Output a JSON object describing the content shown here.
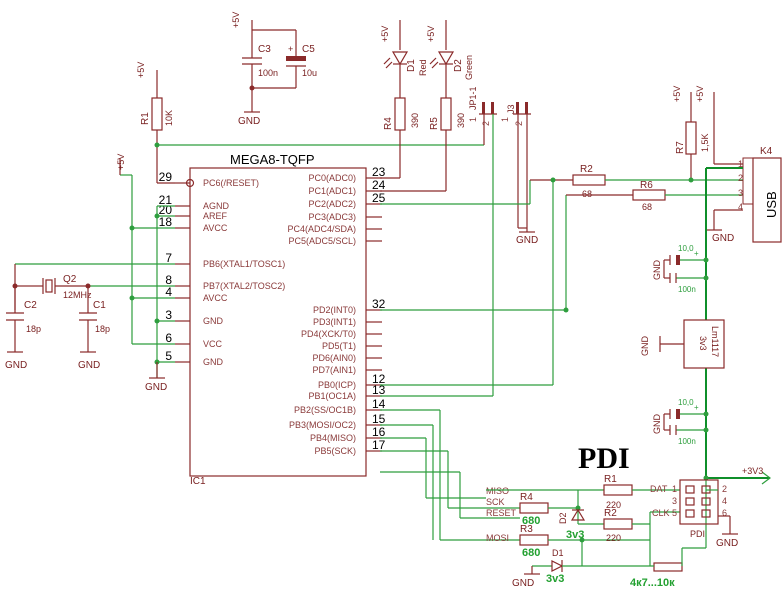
{
  "ic": {
    "part": "MEGA8-TQFP",
    "ref": "IC1",
    "left_pins": [
      {
        "num": "29",
        "name": "PC6(/RESET)"
      },
      {
        "num": "21",
        "name": "AGND"
      },
      {
        "num": "20",
        "name": "AREF"
      },
      {
        "num": "18",
        "name": "AVCC"
      },
      {
        "num": "7",
        "name": "PB6(XTAL1/TOSC1)"
      },
      {
        "num": "8",
        "name": "PB7(XTAL2/TOSC2)"
      },
      {
        "num": "4",
        "name": "AVCC"
      },
      {
        "num": "3",
        "name": "GND"
      },
      {
        "num": "6",
        "name": "VCC"
      },
      {
        "num": "5",
        "name": "GND"
      }
    ],
    "right_pins": [
      {
        "num": "23",
        "name": "PC0(ADC0)"
      },
      {
        "num": "24",
        "name": "PC1(ADC1)"
      },
      {
        "num": "25",
        "name": "PC2(ADC2)"
      },
      {
        "num": "",
        "name": "PC3(ADC3)"
      },
      {
        "num": "",
        "name": "PC4(ADC4/SDA)"
      },
      {
        "num": "",
        "name": "PC5(ADC5/SCL)"
      },
      {
        "num": "32",
        "name": "PD2(INT0)"
      },
      {
        "num": "",
        "name": "PD3(INT1)"
      },
      {
        "num": "",
        "name": "PD4(XCK/T0)"
      },
      {
        "num": "",
        "name": "PD5(T1)"
      },
      {
        "num": "",
        "name": "PD6(AIN0)"
      },
      {
        "num": "",
        "name": "PD7(AIN1)"
      },
      {
        "num": "12",
        "name": "PB0(ICP)"
      },
      {
        "num": "13",
        "name": "PB1(OC1A)"
      },
      {
        "num": "14",
        "name": "PB2(SS/OC1B)"
      },
      {
        "num": "15",
        "name": "PB3(MOSI/OC2)"
      },
      {
        "num": "16",
        "name": "PB4(MISO)"
      },
      {
        "num": "17",
        "name": "PB5(SCK)"
      }
    ]
  },
  "components": {
    "c3": {
      "ref": "C3",
      "value": "100n"
    },
    "c5": {
      "ref": "C5",
      "value": "10u",
      "pol": "+"
    },
    "r1": {
      "ref": "R1",
      "value": "10K"
    },
    "d1": {
      "ref": "D1",
      "color": "Red"
    },
    "d2": {
      "ref": "D2",
      "color": "Green"
    },
    "r4": {
      "ref": "R4",
      "value": "390"
    },
    "r5": {
      "ref": "R5",
      "value": "390"
    },
    "jp": {
      "j1": "JP1-1",
      "j3": "J3",
      "p1": "1",
      "p2": "2",
      "p3": "1",
      "p4": "2"
    },
    "r2": {
      "ref": "R2",
      "value": "68"
    },
    "r6": {
      "ref": "R6",
      "value": "68"
    },
    "r7": {
      "ref": "R7",
      "value": "1,5K"
    },
    "k4": {
      "ref": "K4",
      "label": "USB",
      "pins": [
        "1",
        "2",
        "3",
        "4"
      ]
    },
    "q2": {
      "ref": "Q2",
      "value": "12MHz"
    },
    "c2": {
      "ref": "C2",
      "value": "18p"
    },
    "c1": {
      "ref": "C1",
      "value": "18p"
    },
    "reg": {
      "part": "Lm1117",
      "value": "3v3"
    },
    "cap_top": {
      "v1": "10,0",
      "v2": "100n",
      "pol": "+"
    },
    "cap_bot": {
      "v1": "10,0",
      "v2": "100n",
      "pol": "+"
    }
  },
  "power": {
    "plus5v": "+5V",
    "gnd": "GND",
    "plus3v3": "+3V3"
  },
  "pdi": {
    "title": "PDI",
    "header_ref": "PDI",
    "pins": [
      "1",
      "2",
      "3",
      "4",
      "5",
      "6"
    ],
    "signals": {
      "miso": "MISO",
      "sck": "SCK",
      "reset": "RESET",
      "mosi": "MOSI",
      "dat": "DAT",
      "clk": "CLK"
    },
    "r4": {
      "ref": "R4",
      "value": "680"
    },
    "r3": {
      "ref": "R3",
      "value": "680"
    },
    "r1": {
      "ref": "R1",
      "value": "220"
    },
    "r2": {
      "ref": "R2",
      "value": "220"
    },
    "d2": {
      "ref": "D2",
      "value": "3v3"
    },
    "d1": {
      "ref": "D1",
      "value": "3v3"
    },
    "pullup": "4к7...10к"
  }
}
